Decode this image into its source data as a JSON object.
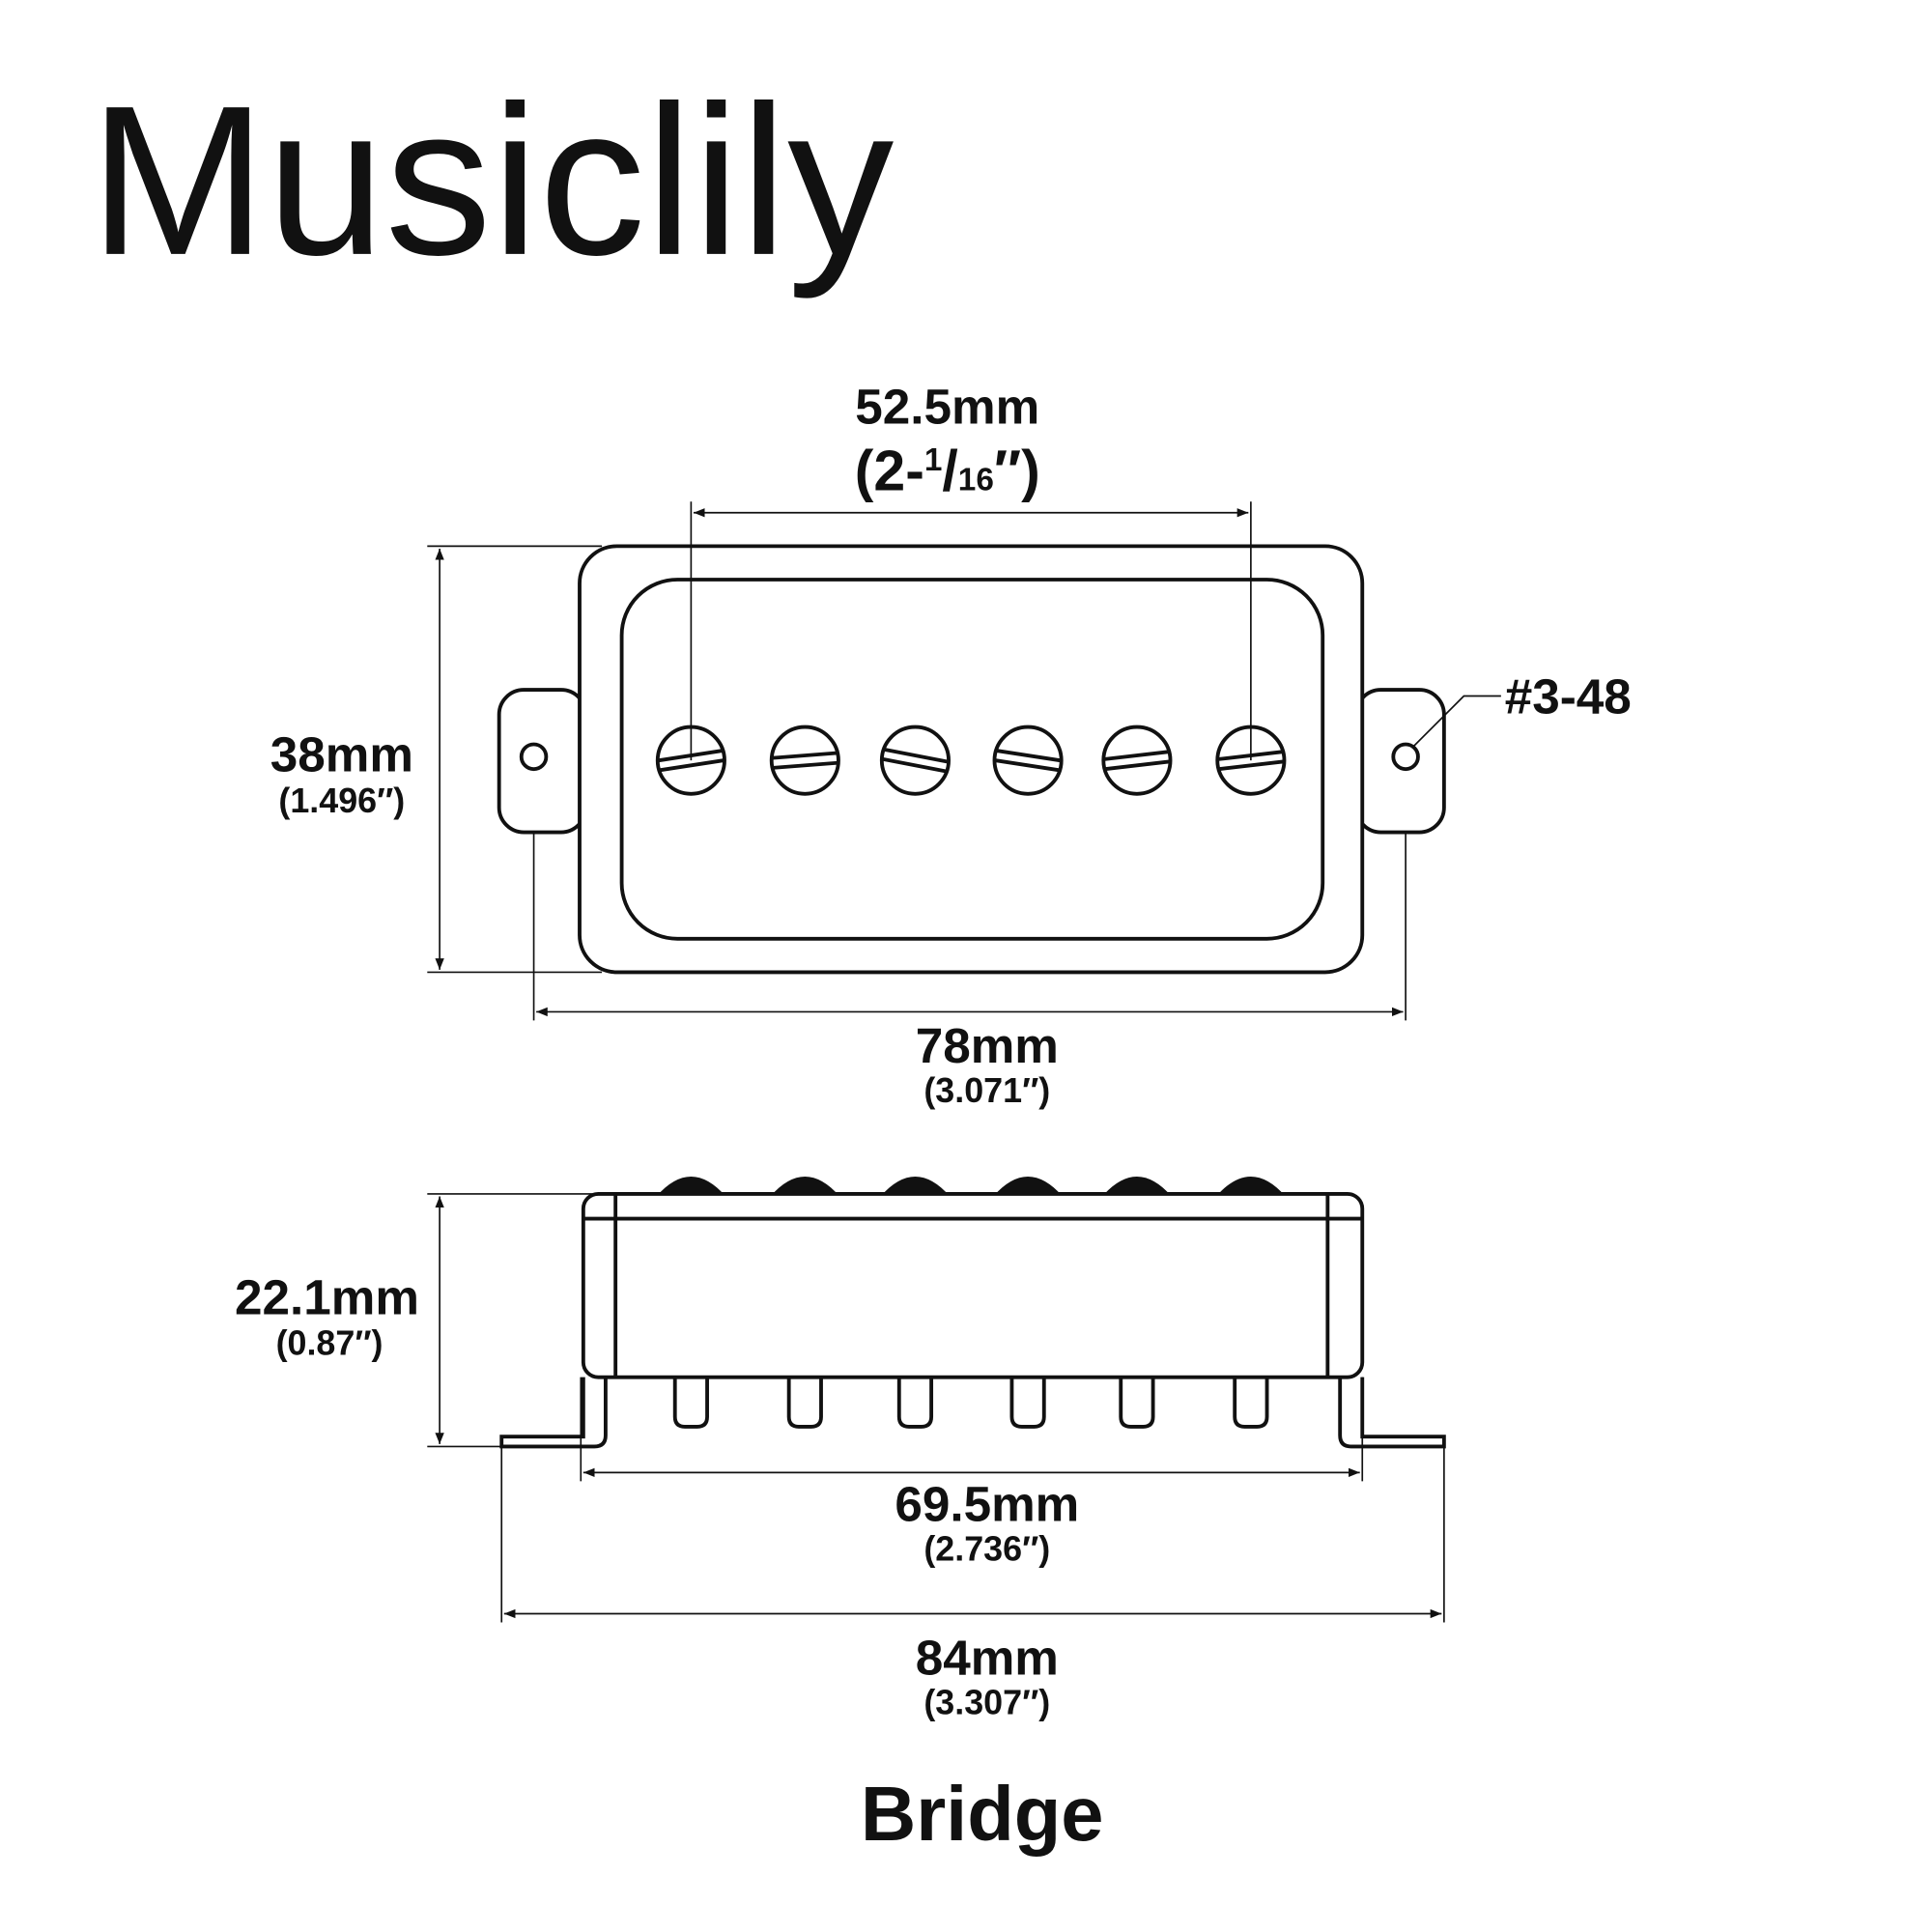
{
  "brand": "Musiclily",
  "caption": "Bridge",
  "top_view": {
    "pole_spacing": {
      "mm": "52.5mm",
      "inch_open": "(2-",
      "inch_num": "1",
      "inch_slash": "/",
      "inch_den": "16",
      "inch_close": "″)"
    },
    "height": {
      "mm": "38mm",
      "inch": "(1.496″)"
    },
    "mount_spacing": {
      "mm": "78mm",
      "inch": "(3.071″)"
    },
    "screw": "#3-48"
  },
  "side_view": {
    "depth": {
      "mm": "22.1mm",
      "inch": "(0.87″)"
    },
    "cover_length": {
      "mm": "69.5mm",
      "inch": "(2.736″)"
    },
    "total_length": {
      "mm": "84mm",
      "inch": "(3.307″)"
    }
  },
  "colors": {
    "line": "#111111",
    "background": "#ffffff"
  }
}
